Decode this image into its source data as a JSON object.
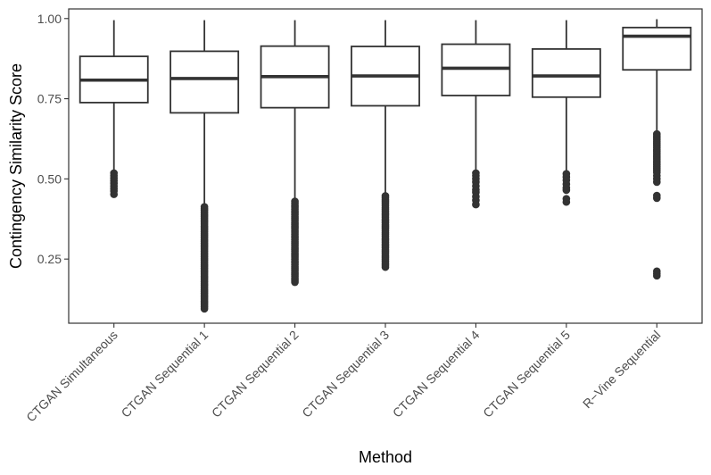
{
  "chart_data": {
    "type": "boxplot",
    "title": "",
    "xlabel": "Method",
    "ylabel": "Contingency Similarity Score",
    "ylim": [
      0.05,
      1.03
    ],
    "yticks": [
      {
        "value": 0.25,
        "label": "0.25"
      },
      {
        "value": 0.5,
        "label": "0.50"
      },
      {
        "value": 0.75,
        "label": "0.75"
      },
      {
        "value": 1.0,
        "label": "1.00"
      }
    ],
    "grid": false,
    "legend": "none",
    "colors": {
      "box_fill": "#ffffff",
      "box_line": "#333333",
      "outlier": "#333333",
      "panel_border": "#333333",
      "tick_text": "#4d4d4d"
    },
    "categories": [
      "CTGAN Simultaneous",
      "CTGAN Sequential 1",
      "CTGAN Sequential 2",
      "CTGAN Sequential 3",
      "CTGAN Sequential 4",
      "CTGAN Sequential 5",
      "R−Vine Sequential"
    ],
    "boxes": [
      {
        "whisker_low": 0.525,
        "q1": 0.738,
        "median": 0.808,
        "q3": 0.882,
        "whisker_high": 0.995,
        "outliers": [
          0.452,
          0.462,
          0.47,
          0.478,
          0.486,
          0.494,
          0.502,
          0.51,
          0.518
        ]
      },
      {
        "whisker_low": 0.42,
        "q1": 0.706,
        "median": 0.813,
        "q3": 0.898,
        "whisker_high": 0.995,
        "outlier_range": [
          0.095,
          0.415
        ],
        "outlier_step": 0.006
      },
      {
        "whisker_low": 0.44,
        "q1": 0.722,
        "median": 0.819,
        "q3": 0.914,
        "whisker_high": 0.995,
        "outlier_range": [
          0.178,
          0.435
        ],
        "outlier_step": 0.006
      },
      {
        "whisker_low": 0.455,
        "q1": 0.728,
        "median": 0.821,
        "q3": 0.913,
        "whisker_high": 0.995,
        "outlier_range": [
          0.225,
          0.45
        ],
        "outlier_step": 0.006
      },
      {
        "whisker_low": 0.525,
        "q1": 0.76,
        "median": 0.845,
        "q3": 0.92,
        "whisker_high": 0.995,
        "outliers": [
          0.42,
          0.433,
          0.445,
          0.458,
          0.466,
          0.478,
          0.49,
          0.5,
          0.51,
          0.518
        ]
      },
      {
        "whisker_low": 0.525,
        "q1": 0.755,
        "median": 0.821,
        "q3": 0.905,
        "whisker_high": 0.995,
        "outliers": [
          0.428,
          0.438,
          0.465,
          0.472,
          0.484,
          0.496,
          0.506,
          0.516
        ]
      },
      {
        "whisker_low": 0.65,
        "q1": 0.84,
        "median": 0.945,
        "q3": 0.972,
        "whisker_high": 0.998,
        "outliers": [
          0.198,
          0.205,
          0.212,
          0.44,
          0.448,
          0.49,
          0.5,
          0.51
        ],
        "outlier_range": [
          0.52,
          0.64
        ],
        "outlier_step": 0.006
      }
    ]
  }
}
